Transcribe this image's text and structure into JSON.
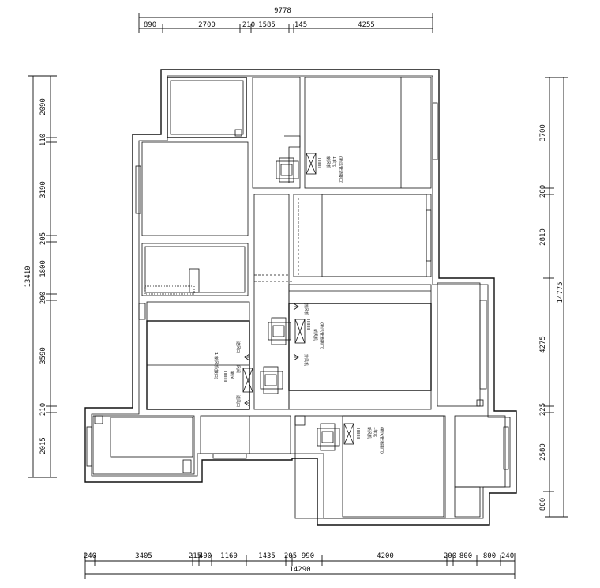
{
  "dimensions": {
    "top_total": "9778",
    "top_segments": [
      "890",
      "2700",
      "210",
      "1585",
      "145",
      "4255"
    ],
    "bottom_total": "14290",
    "bottom_segments": [
      "240",
      "3405",
      "215",
      "400",
      "1160",
      "1435",
      "205",
      "990",
      "4200",
      "200",
      "800",
      "800",
      "240"
    ],
    "left_total": "13410",
    "left_segments": [
      "2090",
      "110",
      "3190",
      "205",
      "1800",
      "200",
      "3590",
      "210",
      "2015"
    ],
    "right_total": "14775",
    "right_segments": [
      "3700",
      "200",
      "2810",
      "4275",
      "225",
      "2580",
      "800"
    ]
  },
  "units": [
    {
      "id": "unit-1",
      "labels": [
        "新风机",
        "1单元",
        "(新风管道接口)"
      ]
    },
    {
      "id": "unit-2",
      "labels": [
        "新风机",
        "(新风管道接口)"
      ]
    },
    {
      "id": "unit-3",
      "labels": [
        "1-新风机(接口)",
        "新风",
        "风阀"
      ]
    },
    {
      "id": "unit-4",
      "labels": [
        "新风机",
        "1单元",
        "(新风管道接口)"
      ]
    }
  ],
  "vent_labels": {
    "u2_top": "排风机",
    "u2_bottom": "排风机",
    "u3_top": "送风口",
    "u3_bottom": "送风口"
  }
}
